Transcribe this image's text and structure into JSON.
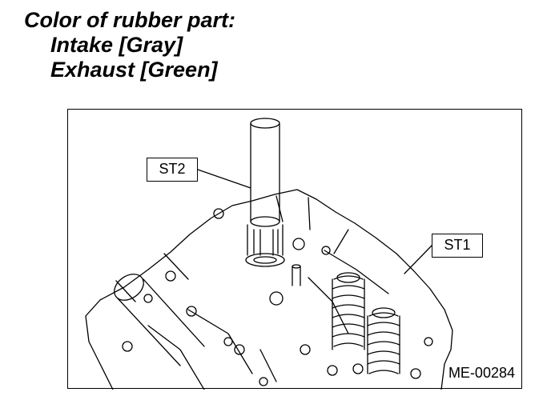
{
  "heading": {
    "line1": "Color of rubber part:",
    "line2": "Intake [Gray]",
    "line3": "Exhaust [Green]"
  },
  "figure": {
    "callouts": {
      "st2": "ST2",
      "st1": "ST1"
    },
    "code": "ME-00284"
  }
}
